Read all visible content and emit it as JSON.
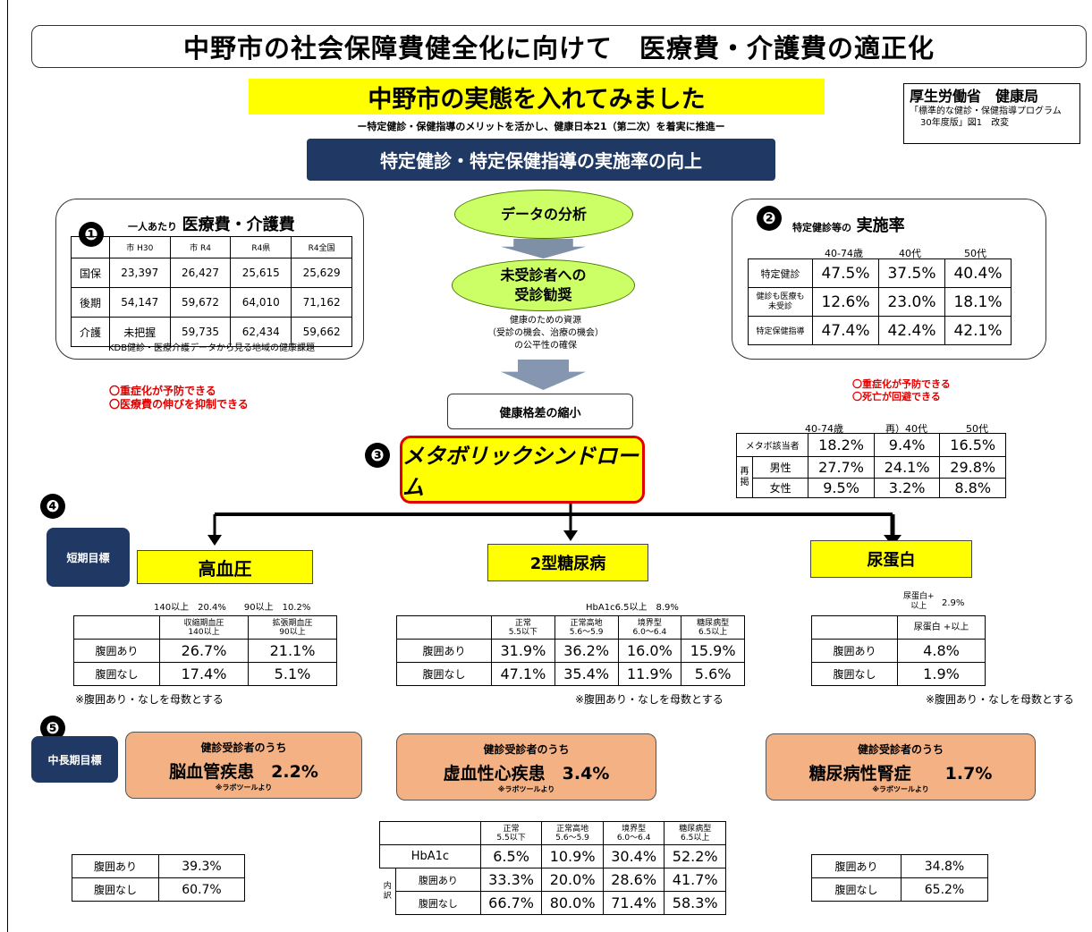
{
  "title": "中野市の社会保障費健全化に向けて　医療費・介護費の適正化",
  "subtitle": "中野市の実態を入れてみました",
  "tagline": "ー特定健診・保健指導のメリットを活かし、健康日本21（第二次）を着実に推進ー",
  "source": {
    "title": "厚生労働省　健康局",
    "line1": "「標準的な健診・保健指導プログラム",
    "line2": "30年度版」図1　改変"
  },
  "banner": "特定健診・特定保健指導の実施率の向上",
  "numbers": [
    "❶",
    "❷",
    "❸",
    "❹",
    "❺"
  ],
  "box1": {
    "pre": "一人あたり",
    "title": "医療費・介護費",
    "headers": [
      "",
      "市 H30",
      "市 R4",
      "R4県",
      "R4全国"
    ],
    "rows": [
      [
        "国保",
        "23,397",
        "26,427",
        "25,615",
        "25,629"
      ],
      [
        "後期",
        "54,147",
        "59,672",
        "64,010",
        "71,162"
      ],
      [
        "介護",
        "未把握",
        "59,735",
        "62,434",
        "59,662"
      ]
    ],
    "footnote": "KDB健診・医療介護データから見る地域の健康課題"
  },
  "left_red": [
    "〇重症化が予防できる",
    "〇医療費の伸びを抑制できる"
  ],
  "flow": {
    "analysis": "データの分析",
    "encourage1": "未受診者への",
    "encourage2": "受診勧奨",
    "resource1": "健康のための資源",
    "resource2": "（受診の機会、治療の機会）",
    "resource3": "の公平性の確保",
    "gap": "健康格差の縮小"
  },
  "box2": {
    "pre": "特定健診等の",
    "title": "実施率",
    "headers": [
      "40-74歳",
      "40代",
      "50代"
    ],
    "rows": [
      [
        "特定健診",
        "",
        "47.5%",
        "37.5%",
        "40.4%"
      ],
      [
        "健診も医療も",
        "未受診",
        "12.6%",
        "23.0%",
        "18.1%"
      ],
      [
        "特定保健指導",
        "",
        "47.4%",
        "42.4%",
        "42.1%"
      ]
    ]
  },
  "right_red": [
    "〇重症化が予防できる",
    "〇死亡が回避できる"
  ],
  "metabo": {
    "label": "メタボリックシンドローム",
    "headers": [
      "40-74歳",
      "再）40代",
      "50代"
    ],
    "row1": [
      "メタボ該当者",
      "18.2%",
      "9.4%",
      "16.5%"
    ],
    "side": "再掲",
    "row2": [
      "男性",
      "27.7%",
      "24.1%",
      "29.8%"
    ],
    "row3": [
      "女性",
      "9.5%",
      "3.2%",
      "8.8%"
    ]
  },
  "short_term": "短期目標",
  "mid_term": "中長期目標",
  "bp": {
    "title": "高血圧",
    "stat": "140以上　20.4%　　90以上　10.2%",
    "h1a": "収縮期血圧",
    "h1b": "140以上",
    "h2a": "拡張期血圧",
    "h2b": "90以上",
    "rows": [
      [
        "腹囲あり",
        "26.7%",
        "21.1%"
      ],
      [
        "腹囲なし",
        "17.4%",
        "5.1%"
      ]
    ],
    "note": "※腹囲あり・なしを母数とする"
  },
  "dm": {
    "title": "2型糖尿病",
    "stat": "HbA1c6.5以上　8.9%",
    "headers": [
      [
        "正常",
        "5.5以下"
      ],
      [
        "正常高地",
        "5.6～5.9"
      ],
      [
        "境界型",
        "6.0～6.4"
      ],
      [
        "糖尿病型",
        "6.5以上"
      ]
    ],
    "rows": [
      [
        "腹囲あり",
        "31.9%",
        "36.2%",
        "16.0%",
        "15.9%"
      ],
      [
        "腹囲なし",
        "47.1%",
        "35.4%",
        "11.9%",
        "5.6%"
      ]
    ],
    "note": "※腹囲あり・なしを母数とする"
  },
  "up": {
    "title": "尿蛋白",
    "stat1": "尿蛋白+",
    "stat2": "以上",
    "stat3": "2.9%",
    "header": "尿蛋白 +以上",
    "rows": [
      [
        "腹囲あり",
        "4.8%"
      ],
      [
        "腹囲なし",
        "1.9%"
      ]
    ],
    "note": "※腹囲あり・なしを母数とする"
  },
  "o1": {
    "pre": "健診受診者のうち",
    "name": "脳血管疾患",
    "value": "2.2%",
    "src": "※ラボツールより",
    "rows": [
      [
        "腹囲あり",
        "39.3%"
      ],
      [
        "腹囲なし",
        "60.7%"
      ]
    ]
  },
  "o2": {
    "pre": "健診受診者のうち",
    "name": "虚血性心疾患",
    "value": "3.4%",
    "src": "※ラボツールより",
    "headers": [
      [
        "正常",
        "5.5以下"
      ],
      [
        "正常高地",
        "5.6～5.9"
      ],
      [
        "境界型",
        "6.0～6.4"
      ],
      [
        "糖尿病型",
        "6.5以上"
      ]
    ],
    "row1": [
      "HbA1c",
      "6.5%",
      "10.9%",
      "30.4%",
      "52.2%"
    ],
    "side": "内訳",
    "row2": [
      "腹囲あり",
      "33.3%",
      "20.0%",
      "28.6%",
      "41.7%"
    ],
    "row3": [
      "腹囲なし",
      "66.7%",
      "80.0%",
      "71.4%",
      "58.3%"
    ]
  },
  "o3": {
    "pre": "健診受診者のうち",
    "name": "糖尿病性腎症",
    "value": "1.7%",
    "src": "※ラボツールより",
    "rows": [
      [
        "腹囲あり",
        "34.8%"
      ],
      [
        "腹囲なし",
        "65.2%"
      ]
    ]
  }
}
